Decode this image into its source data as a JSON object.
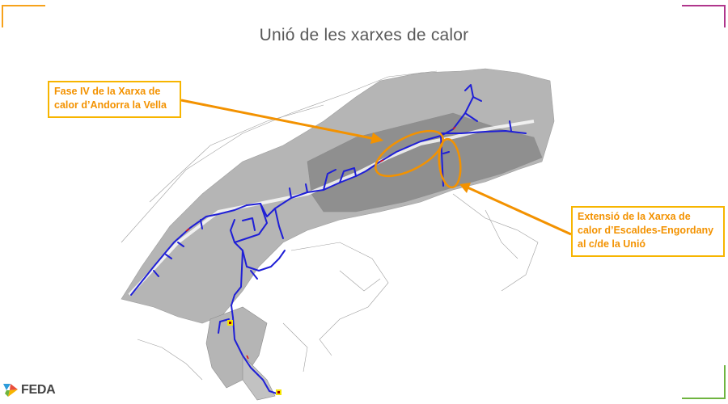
{
  "slide": {
    "title": "Unió de les xarxes de calor",
    "callouts": [
      {
        "id": "fase-iv",
        "text_line1": "Fase IV de la Xarxa de",
        "text_line2": "calor d’Andorra la Vella"
      },
      {
        "id": "extensio",
        "text_line1": "Extensió de la Xarxa de",
        "text_line2": "calor d’Escaldes-Engordany",
        "text_line3": "al c/de la Unió"
      }
    ],
    "logo": {
      "text": "FEDA",
      "icon": "feda-triangle-logo-icon"
    },
    "colors": {
      "accent_orange": "#f39200",
      "callout_border": "#f7b500",
      "network_line": "#1f1fd6",
      "map_gray": "#9a9a9a",
      "corner_top_left": "#f7a21b",
      "corner_top_right": "#b0368c",
      "corner_bottom_right": "#6fb43f"
    }
  }
}
